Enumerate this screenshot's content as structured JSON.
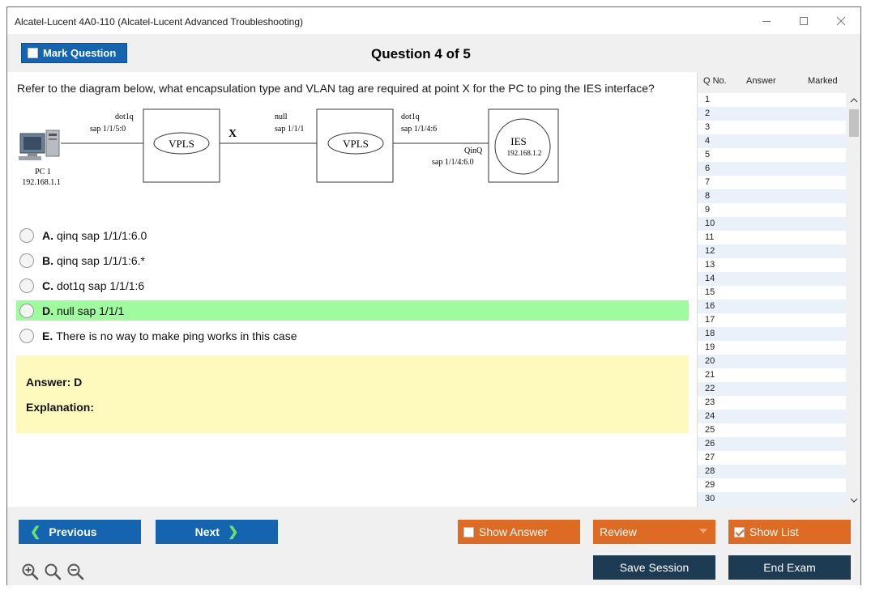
{
  "window": {
    "title": "Alcatel-Lucent 4A0-110 (Alcatel-Lucent Advanced Troubleshooting)",
    "minimize_icon": "minimize-icon",
    "maximize_icon": "maximize-icon",
    "close_icon": "close-icon"
  },
  "toolbar": {
    "mark_question_label": "Mark Question",
    "question_counter": "Question 4 of 5"
  },
  "question": {
    "text": "Refer to the diagram below, what encapsulation type and VLAN tag are required at point X for the PC to ping the IES interface?",
    "diagram": {
      "pc_label": "PC 1",
      "pc_ip": "192.168.1.1",
      "pc_link_encap": "dot1q",
      "pc_link_sap": "sap 1/1/5:0",
      "vpls1_label": "VPLS",
      "x_label": "X",
      "mid_link_encap": "null",
      "mid_link_sap": "sap 1/1/1",
      "vpls2_label": "VPLS",
      "ies_link_encap": "dot1q",
      "ies_link_sap": "sap 1/1/4:6",
      "qinq_label": "QinQ",
      "qinq_sap": "sap 1/1/4:6.0",
      "ies_label": "IES",
      "ies_ip": "192.168.1.2"
    },
    "options": [
      {
        "letter": "A.",
        "text": "qinq sap 1/1/1:6.0"
      },
      {
        "letter": "B.",
        "text": "qinq sap 1/1/1:6.*"
      },
      {
        "letter": "C.",
        "text": "dot1q sap 1/1/1:6"
      },
      {
        "letter": "D.",
        "text": "null sap 1/1/1"
      },
      {
        "letter": "E.",
        "text": "There is no way to make ping works in this case"
      }
    ],
    "highlighted_option": "D"
  },
  "answer": {
    "answer_label": "Answer: D",
    "explanation_label": "Explanation:"
  },
  "question_list": {
    "headers": {
      "qno": "Q No.",
      "answer": "Answer",
      "marked": "Marked"
    },
    "rows": [
      "1",
      "2",
      "3",
      "4",
      "5",
      "6",
      "7",
      "8",
      "9",
      "10",
      "11",
      "12",
      "13",
      "14",
      "15",
      "16",
      "17",
      "18",
      "19",
      "20",
      "21",
      "22",
      "23",
      "24",
      "25",
      "26",
      "27",
      "28",
      "29",
      "30"
    ]
  },
  "bottom": {
    "previous_label": "Previous",
    "next_label": "Next",
    "show_answer_label": "Show Answer",
    "review_label": "Review",
    "show_list_label": "Show List",
    "save_session_label": "Save Session",
    "end_exam_label": "End Exam",
    "zoom_icons": [
      "zoom-in-icon",
      "zoom-reset-icon",
      "zoom-out-icon"
    ]
  },
  "colors": {
    "primary_blue": "#1464b0",
    "orange": "#dd6b23",
    "dark_navy": "#1d3b52",
    "correct_green": "#9efb9e",
    "answer_yellow": "#fefabe",
    "chevron_green": "#6ce06c"
  }
}
